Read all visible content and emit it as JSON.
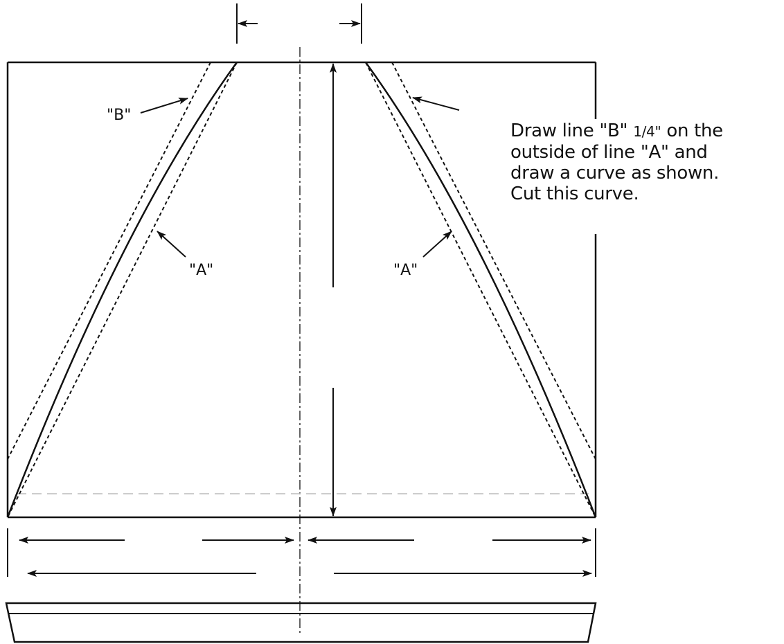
{
  "labels": {
    "b_left": "\"B\"",
    "a_left": "\"A\"",
    "a_right": "\"A\""
  },
  "instruction": {
    "line1_pre": "Draw line \"B\" ",
    "line1_frac": "1/4\"",
    "line1_post": " on the",
    "line2": "outside of line \"A\" and",
    "line3": "draw a curve as shown.",
    "line4": "Cut this curve."
  },
  "colors": {
    "ink": "#111111",
    "guide": "#bbbbbb"
  }
}
